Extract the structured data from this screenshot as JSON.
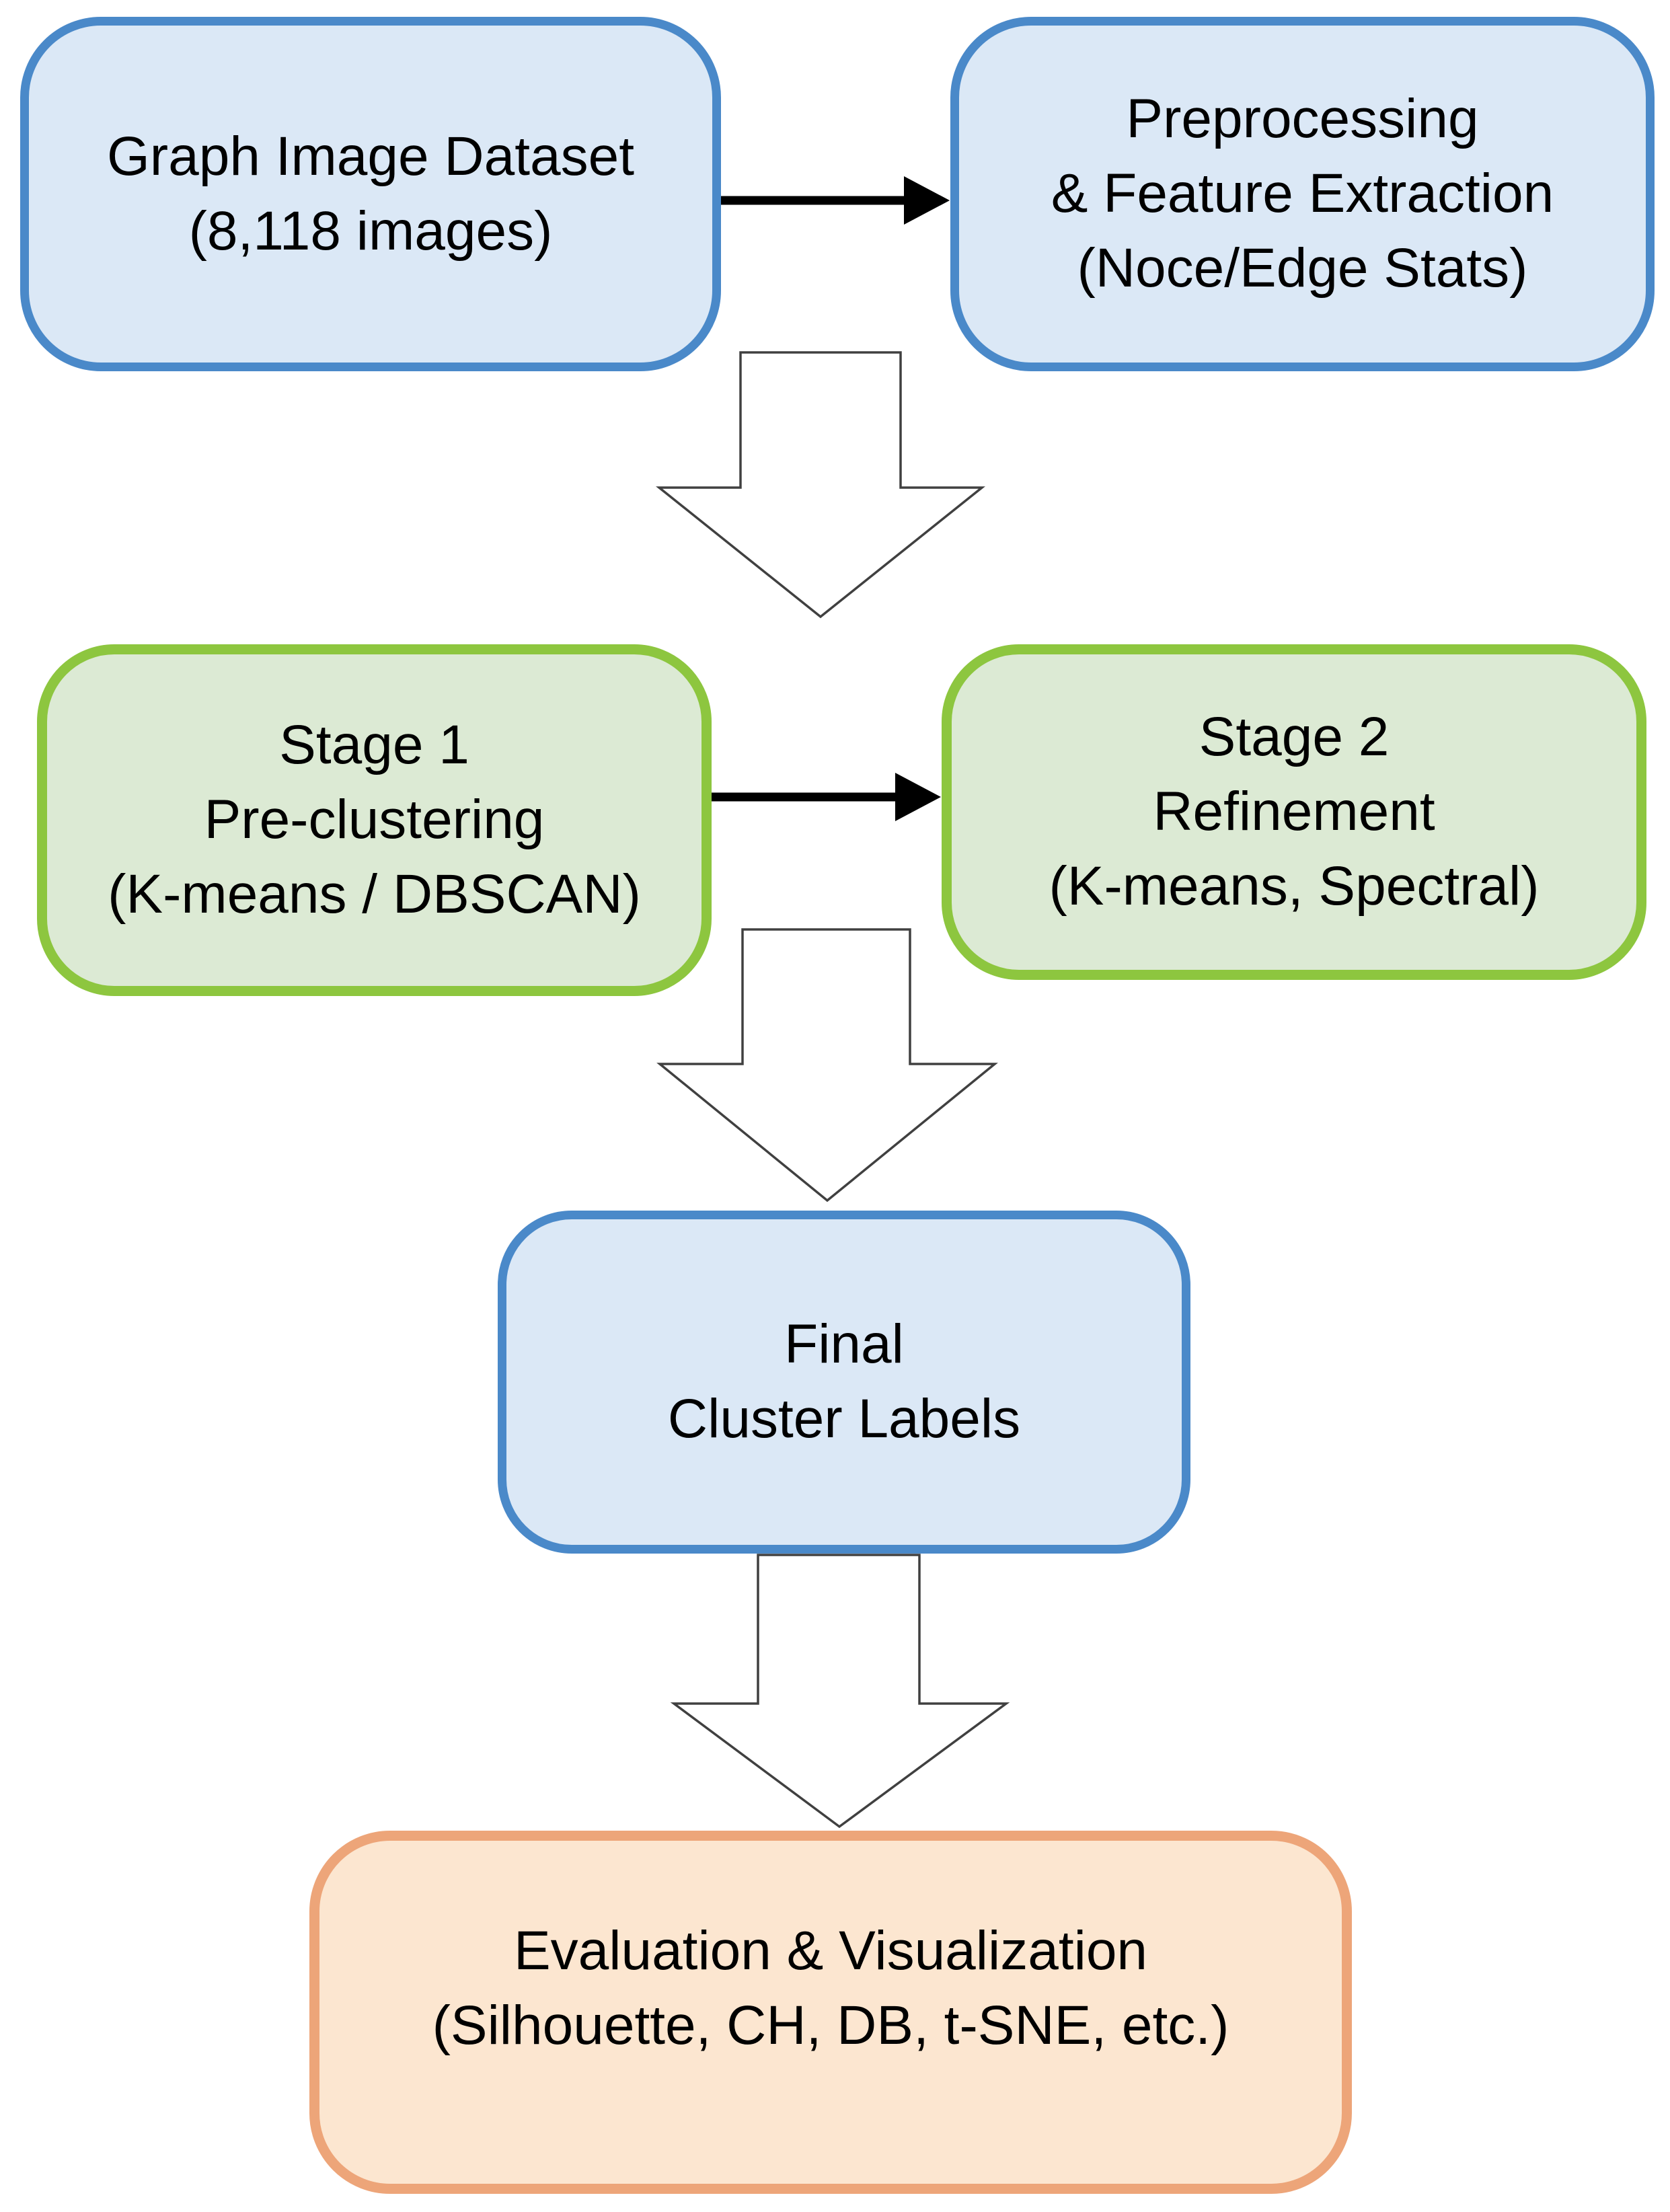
{
  "diagram": {
    "title": "Graph image clustering pipeline flowchart",
    "colors": {
      "blue_border": "#4a89c9",
      "blue_fill": "#dbe8f6",
      "green_border": "#8dc63f",
      "green_fill": "#dcead4",
      "orange_border": "#eda579",
      "orange_fill": "#fce6d0",
      "connector": "#000000",
      "block_arrow_outline": "#404040",
      "block_arrow_fill": "#ffffff",
      "text": "#000000",
      "background": "#ffffff"
    },
    "nodes": {
      "dataset": {
        "color": "blue",
        "lines": [
          "Graph Image Dataset",
          "(8,118 images)"
        ]
      },
      "preprocessing": {
        "color": "blue",
        "lines": [
          "Preprocessing",
          "& Feature Extraction",
          "(Noce/Edge Stats)"
        ]
      },
      "stage1": {
        "color": "green",
        "lines": [
          "Stage 1",
          "Pre-clustering",
          "(K-means / DBSCAN)"
        ]
      },
      "stage2": {
        "color": "green",
        "lines": [
          "Stage 2",
          "Refinement",
          "(K-means, Spectral)"
        ]
      },
      "final": {
        "color": "blue",
        "lines": [
          "Final",
          "Cluster Labels"
        ]
      },
      "evaluation": {
        "color": "orange",
        "lines": [
          "Evaluation & Visualization",
          "(Silhouette, CH, DB, t-SNE, etc.)"
        ]
      }
    },
    "flow": [
      {
        "from": "dataset",
        "to": "preprocessing",
        "style": "black-arrow"
      },
      {
        "from": "row-1",
        "to": "stage-row",
        "style": "hollow-block-arrow"
      },
      {
        "from": "stage1",
        "to": "stage2",
        "style": "black-arrow"
      },
      {
        "from": "stage-row",
        "to": "final",
        "style": "hollow-block-arrow"
      },
      {
        "from": "final",
        "to": "evaluation",
        "style": "hollow-block-arrow"
      }
    ]
  }
}
